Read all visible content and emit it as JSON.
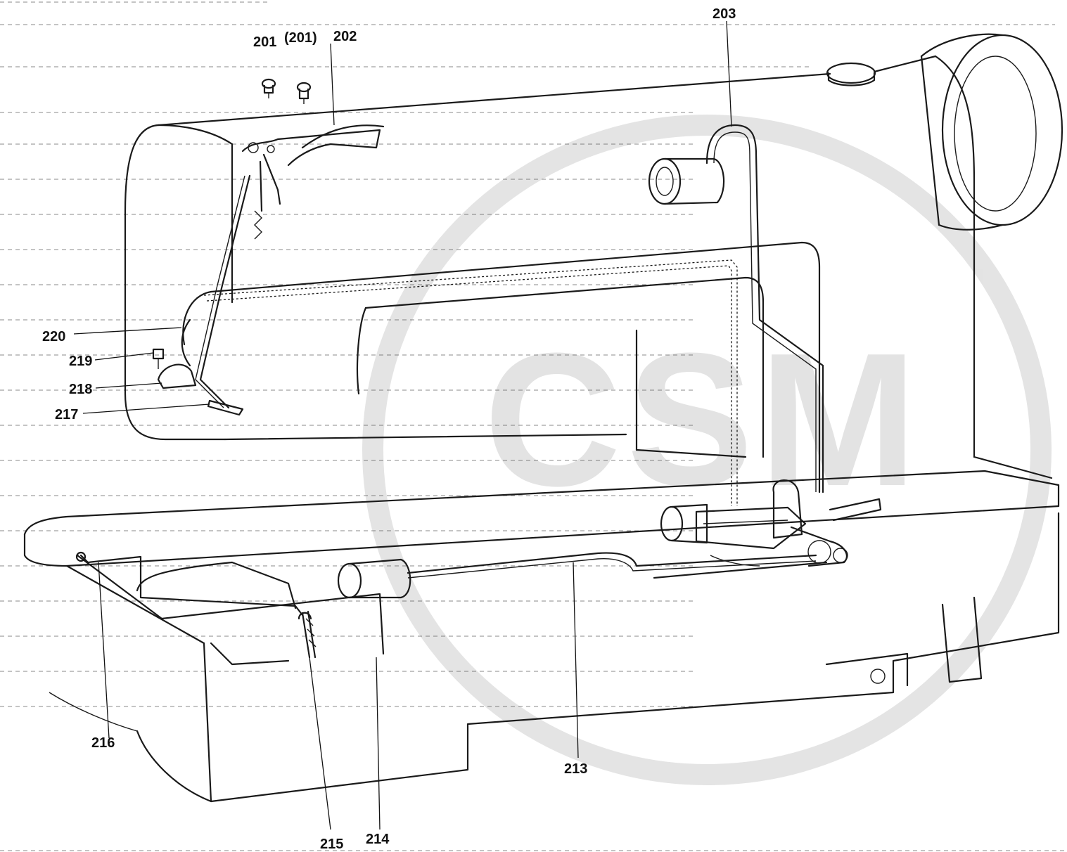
{
  "watermark": "CSM",
  "parts": [
    {
      "ref": "201"
    },
    {
      "ref": "(201)"
    },
    {
      "ref": "202"
    },
    {
      "ref": "203"
    },
    {
      "ref": "213"
    },
    {
      "ref": "214"
    },
    {
      "ref": "215"
    },
    {
      "ref": "216"
    },
    {
      "ref": "217"
    },
    {
      "ref": "218"
    },
    {
      "ref": "219"
    },
    {
      "ref": "220"
    }
  ]
}
